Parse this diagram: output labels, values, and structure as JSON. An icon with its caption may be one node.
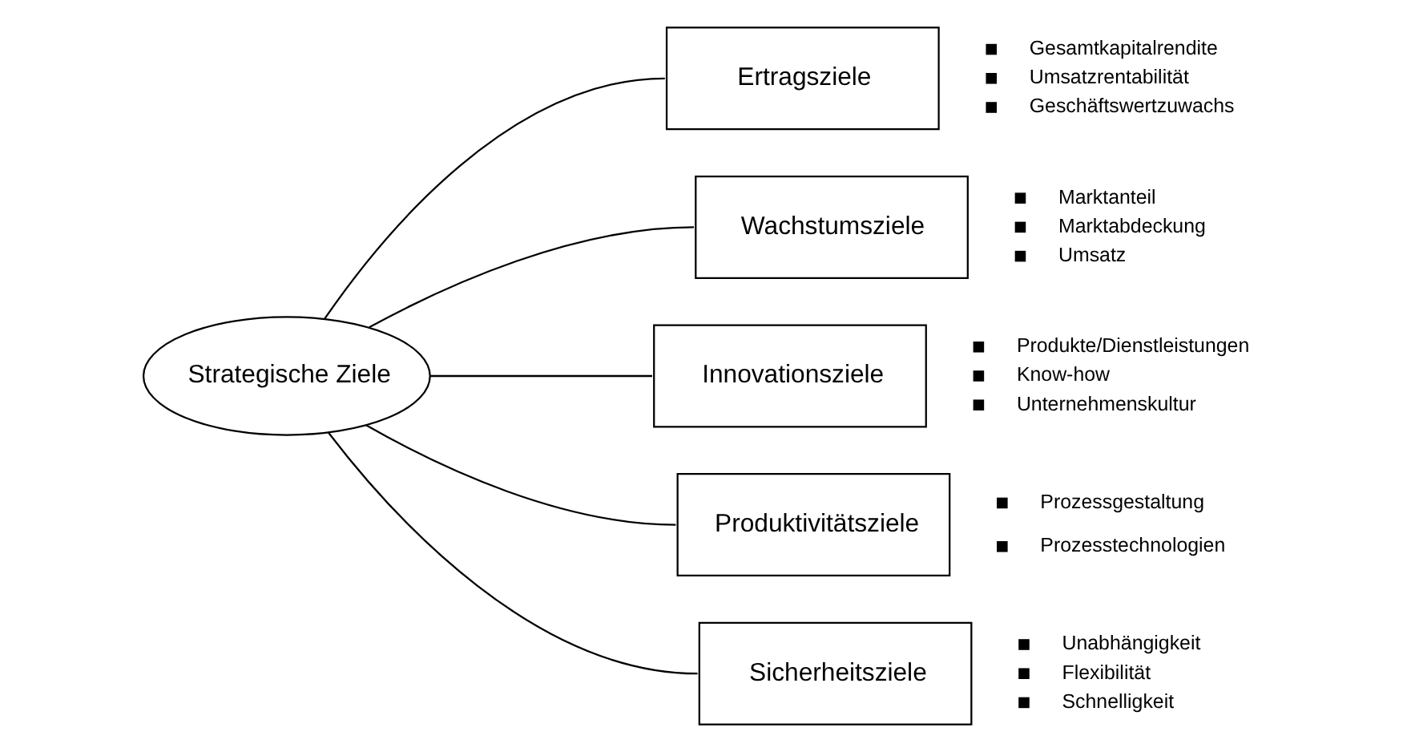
{
  "diagram": {
    "nodes": [
      {
        "text": [
          "Strategische Ziele"
        ]
      },
      {
        "text": [
          "Ertragsziele"
        ],
        "beside": [
          "Gesamtkapitalrendite",
          "Umsatzrentabilität",
          "Geschäftswertzuwachs"
        ]
      },
      {
        "text": [
          "Wachstumsziele"
        ],
        "beside": [
          "Marktanteil",
          "Marktabdeckung",
          "Umsatz"
        ]
      },
      {
        "text": [
          "Innovationsziele"
        ],
        "beside": [
          "Produkte/Dienstleistungen",
          "Know-how",
          "Unternehmenskultur"
        ]
      },
      {
        "text": [
          "Produktivitätsziele"
        ],
        "beside": [
          "Prozessgestaltung",
          "Prozesstechnologien"
        ]
      },
      {
        "text": [
          "Sicherheitsziele"
        ],
        "beside": [
          "Unabhängigkeit",
          "Flexibilität",
          "Schnelligkeit"
        ]
      }
    ],
    "edges": [
      {
        "from": 0,
        "to": 1,
        "arrow": "none"
      },
      {
        "from": 0,
        "to": 2,
        "arrow": "none"
      },
      {
        "from": 0,
        "to": 3,
        "arrow": "none"
      },
      {
        "from": 0,
        "to": 4,
        "arrow": "none"
      },
      {
        "from": 0,
        "to": 5,
        "arrow": "none"
      }
    ]
  }
}
